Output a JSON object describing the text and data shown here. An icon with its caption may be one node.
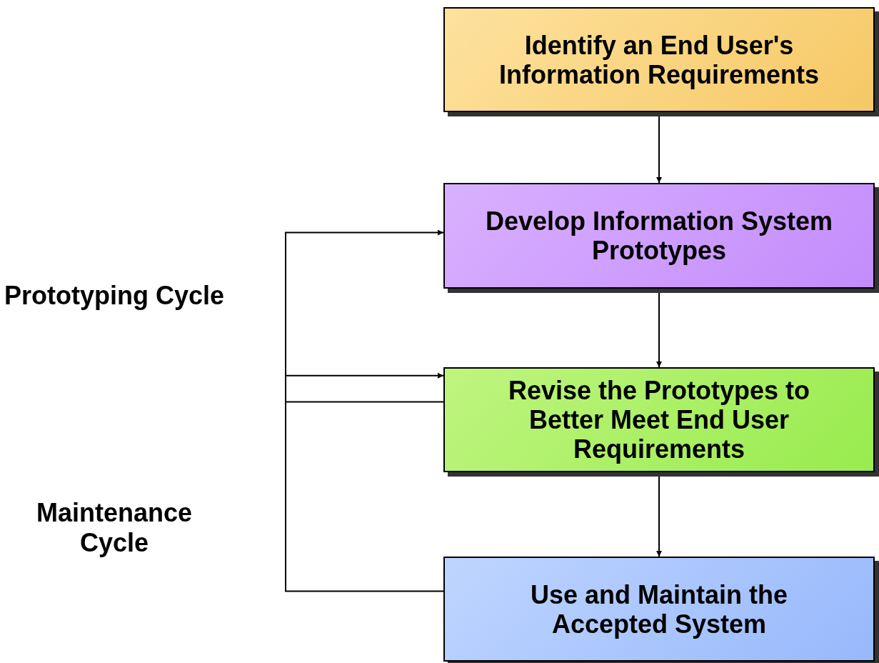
{
  "diagram": {
    "nodes": [
      {
        "text": [
          "Identify an End User's Information Requirements"
        ]
      },
      {
        "text": [
          "Develop Information System Prototypes"
        ]
      },
      {
        "text": [
          "Revise the Prototypes to Better Meet End User Requirements"
        ]
      },
      {
        "text": [
          "Use and Maintain the Accepted System"
        ]
      }
    ],
    "edges": [
      {
        "from": 0,
        "to": 1,
        "arrow": "to"
      },
      {
        "from": 1,
        "to": 2,
        "arrow": "to"
      },
      {
        "from": 2,
        "to": 3,
        "arrow": "to"
      },
      {
        "from": 2,
        "to": 1,
        "arrow": "to"
      },
      {
        "from": 3,
        "to": 2,
        "arrow": "to"
      }
    ],
    "labels": [
      "Prototyping Cycle",
      "Maintenance Cycle"
    ]
  }
}
